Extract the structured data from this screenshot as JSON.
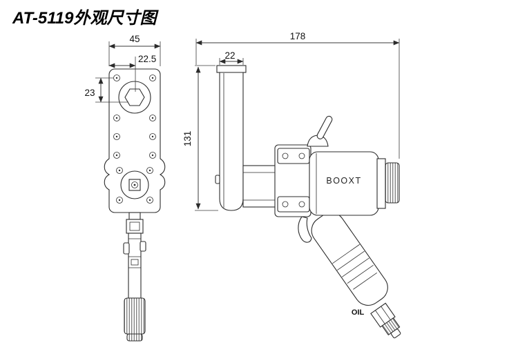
{
  "title": "AT-5119外观尺寸图",
  "front_view": {
    "dim_width": "45",
    "dim_socket_offset": "22.5",
    "dim_hole_pitch": "23"
  },
  "side_view": {
    "dim_overall_length": "178",
    "dim_head_thickness": "22",
    "dim_head_height": "131",
    "brand_label": "BOOXT",
    "oil_label": "OIL"
  },
  "colors": {
    "line": "#2b2b2b",
    "background": "#ffffff"
  }
}
